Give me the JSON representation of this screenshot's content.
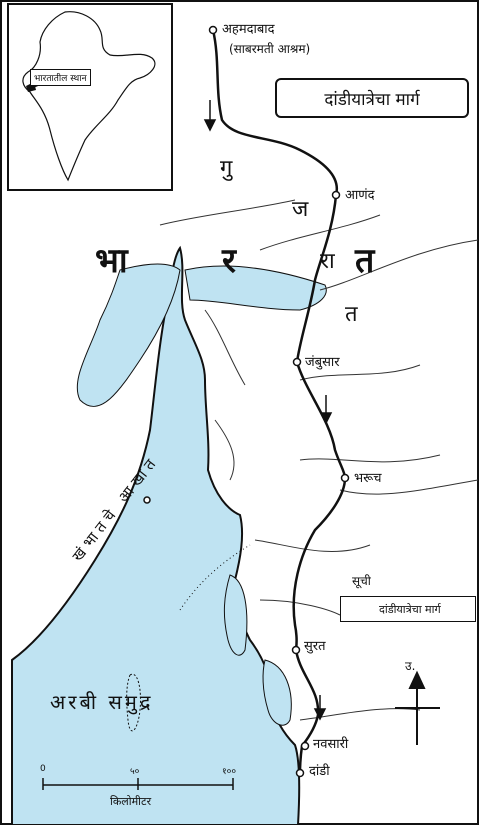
{
  "title": "दांडीयात्रेचा मार्ग",
  "inset": {
    "label": "भारतातील स्थान"
  },
  "places": {
    "ahmedabad": "अहमदाबाद",
    "ashram": "(साबरमती आश्रम)",
    "anand": "आणंद",
    "jambusar": "जंबुसार",
    "bharuch": "भरूच",
    "surat": "सुरत",
    "navsari": "नवसारी",
    "dandi": "दांडी"
  },
  "region": {
    "bharat": [
      "भा",
      "र",
      "त"
    ],
    "gujarat": [
      "गु",
      "ज",
      "रा",
      "त"
    ]
  },
  "water": {
    "gulf": "खंभातचे आखात",
    "sea": "अरबी समुद्र"
  },
  "legend": {
    "title": "सूची",
    "route": "दांडीयात्रेचा मार्ग"
  },
  "north_label": "उ.",
  "scale": {
    "ticks": [
      "0",
      "५०",
      "१००"
    ],
    "unit": "किलोमीटर"
  },
  "colors": {
    "water": "#bfe3f2",
    "ink": "#111111"
  }
}
